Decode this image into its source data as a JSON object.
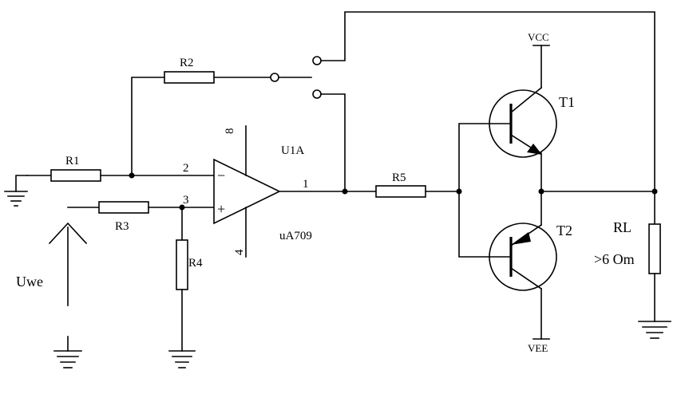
{
  "components": {
    "r1": "R1",
    "r2": "R2",
    "r3": "R3",
    "r4": "R4",
    "r5": "R5",
    "rl": "RL",
    "rl_value": ">6 Om",
    "opamp_ref": "U1A",
    "opamp_model": "uA709",
    "t1": "T1",
    "t2": "T2"
  },
  "pins": {
    "inv": "2",
    "noninv": "3",
    "out": "1",
    "top": "8",
    "bottom": "4",
    "minus_sign": "−",
    "plus_sign": "+"
  },
  "supplies": {
    "vcc": "VCC",
    "vee": "VEE"
  },
  "input_label": "Uwe"
}
